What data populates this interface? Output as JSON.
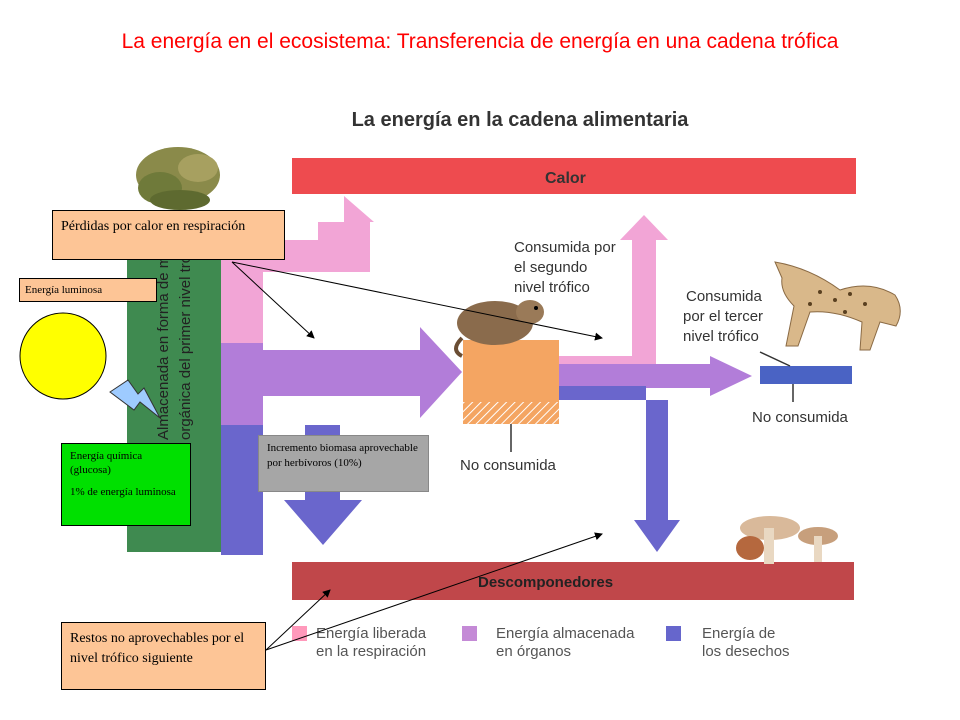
{
  "slide": {
    "title": "La energía en el ecosistema: Transferencia de energía en una cadena trófica"
  },
  "figure": {
    "title": "La energía en la cadena alimentaria",
    "band_top": "Calor",
    "band_bottom": "Descomponedores",
    "plant_label_lines": [
      "Almacenada en forma de materia",
      "orgánica del primer nivel trófico"
    ],
    "herbivore_label_lines": [
      "Consumida por",
      "el segundo",
      "nivel trófico"
    ],
    "carnivore_label_lines": [
      "Consumida",
      "por el tercer",
      "nivel trófico"
    ],
    "no_consumida_1": "No consumida",
    "no_consumida_2": "No consumida",
    "legend": [
      {
        "lines": [
          "Energía liberada",
          "en la respiración"
        ],
        "color": "#ff99bb"
      },
      {
        "lines": [
          "Energía almacenada",
          "en órganos"
        ],
        "color": "#c48ad6"
      },
      {
        "lines": [
          "Energía de",
          "los desechos"
        ],
        "color": "#6666cc"
      }
    ],
    "colors": {
      "heat": "#ee4b4f",
      "decomposers": "#c0474a",
      "plant": "#3f8a50",
      "respiration": "#f2a5d6",
      "stored": "#b27dd9",
      "waste": "#6a66cc",
      "herbivore_block": "#f4a562",
      "carnivore_block": "#4a63c4",
      "sun": "#ffff00"
    }
  },
  "callouts": {
    "perdidas": "Pérdidas por calor en respiración",
    "energia_luminosa": "Energía luminosa",
    "energia_quimica": "Energía química (glucosa)",
    "porcentaje": "1% de energía luminosa",
    "incremento": "Incremento biomasa aprovechable por herbívoros (10%)",
    "restos": "Restos no aprovechables por el nivel trófico siguiente"
  }
}
